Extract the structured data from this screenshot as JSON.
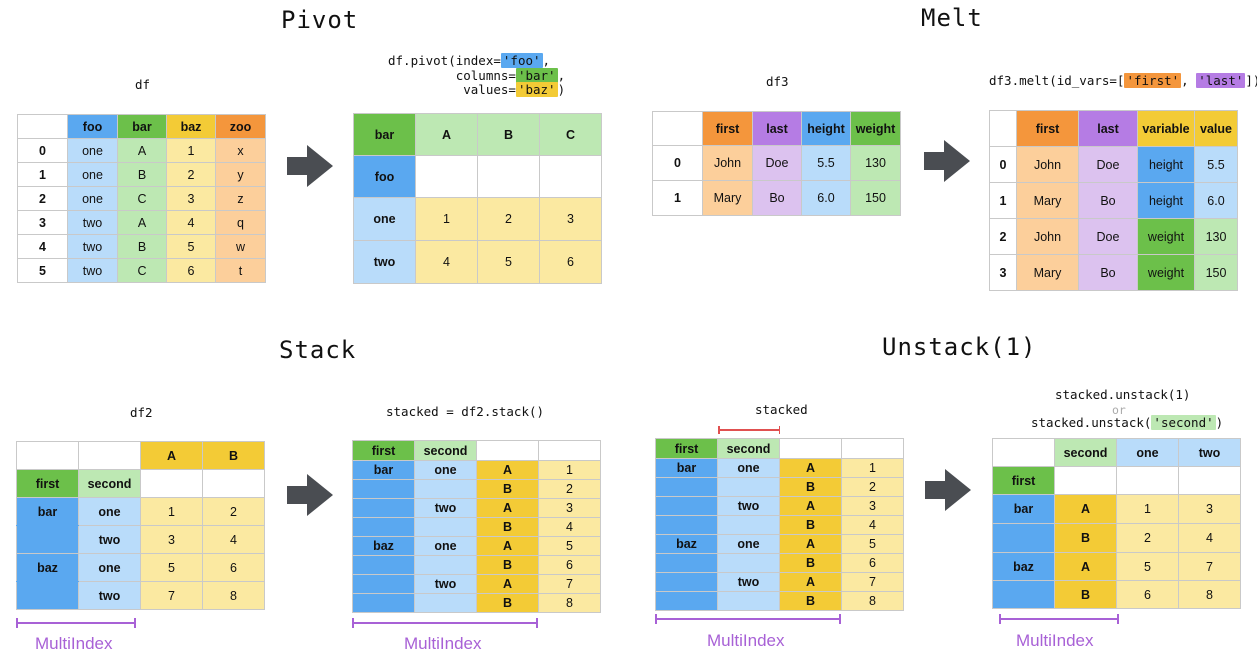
{
  "titles": {
    "pivot": "Pivot",
    "melt": "Melt",
    "stack": "Stack",
    "unstack": "Unstack(1)"
  },
  "labels": {
    "df": "df",
    "df3": "df3",
    "df2": "df2",
    "stacked": "stacked",
    "multiindex": "MultiIndex",
    "or": "or"
  },
  "code": {
    "pivot_1a": "df.pivot(index=",
    "pivot_1b": "'foo'",
    "pivot_1c": ",",
    "pivot_2a": "         columns=",
    "pivot_2b": "'bar'",
    "pivot_2c": ",",
    "pivot_3a": "          values=",
    "pivot_3b": "'baz'",
    "pivot_3c": ")",
    "melt_a": "df3.melt(id_vars=[",
    "melt_b": "'first'",
    "melt_c": ", ",
    "melt_d": "'last'",
    "melt_e": "])",
    "stack": "stacked = df2.stack()",
    "unstack_1": "stacked.unstack(1)",
    "unstack_2a": "stacked.unstack(",
    "unstack_2b": "'second'",
    "unstack_2c": ")"
  },
  "df": {
    "columns": [
      "foo",
      "bar",
      "baz",
      "zoo"
    ],
    "rows": [
      [
        "0",
        "one",
        "A",
        "1",
        "x"
      ],
      [
        "1",
        "one",
        "B",
        "2",
        "y"
      ],
      [
        "2",
        "one",
        "C",
        "3",
        "z"
      ],
      [
        "3",
        "two",
        "A",
        "4",
        "q"
      ],
      [
        "4",
        "two",
        "B",
        "5",
        "w"
      ],
      [
        "5",
        "two",
        "C",
        "6",
        "t"
      ]
    ]
  },
  "pivot": {
    "corner": "bar",
    "columns": [
      "A",
      "B",
      "C"
    ],
    "index_name": "foo",
    "rows": [
      [
        "one",
        "1",
        "2",
        "3"
      ],
      [
        "two",
        "4",
        "5",
        "6"
      ]
    ]
  },
  "df3": {
    "columns": [
      "first",
      "last",
      "height",
      "weight"
    ],
    "rows": [
      [
        "0",
        "John",
        "Doe",
        "5.5",
        "130"
      ],
      [
        "1",
        "Mary",
        "Bo",
        "6.0",
        "150"
      ]
    ]
  },
  "melted": {
    "columns": [
      "first",
      "last",
      "variable",
      "value"
    ],
    "rows": [
      [
        "0",
        "John",
        "Doe",
        "height",
        "5.5"
      ],
      [
        "1",
        "Mary",
        "Bo",
        "height",
        "6.0"
      ],
      [
        "2",
        "John",
        "Doe",
        "weight",
        "130"
      ],
      [
        "3",
        "Mary",
        "Bo",
        "weight",
        "150"
      ]
    ]
  },
  "df2": {
    "columns": [
      "A",
      "B"
    ],
    "index_names": [
      "first",
      "second"
    ],
    "rows": [
      [
        "bar",
        "one",
        "1",
        "2"
      ],
      [
        "",
        "two",
        "3",
        "4"
      ],
      [
        "baz",
        "one",
        "5",
        "6"
      ],
      [
        "",
        "two",
        "7",
        "8"
      ]
    ]
  },
  "stacked": {
    "index_names": [
      "first",
      "second"
    ],
    "rows": [
      [
        "bar",
        "one",
        "A",
        "1"
      ],
      [
        "",
        "",
        "B",
        "2"
      ],
      [
        "",
        "two",
        "A",
        "3"
      ],
      [
        "",
        "",
        "B",
        "4"
      ],
      [
        "baz",
        "one",
        "A",
        "5"
      ],
      [
        "",
        "",
        "B",
        "6"
      ],
      [
        "",
        "two",
        "A",
        "7"
      ],
      [
        "",
        "",
        "B",
        "8"
      ]
    ]
  },
  "unstacked": {
    "index_names": [
      "first"
    ],
    "column_name": "second",
    "columns": [
      "one",
      "two"
    ],
    "rows": [
      [
        "bar",
        "A",
        "1",
        "3"
      ],
      [
        "",
        "B",
        "2",
        "4"
      ],
      [
        "baz",
        "A",
        "5",
        "7"
      ],
      [
        "",
        "B",
        "6",
        "8"
      ]
    ]
  }
}
